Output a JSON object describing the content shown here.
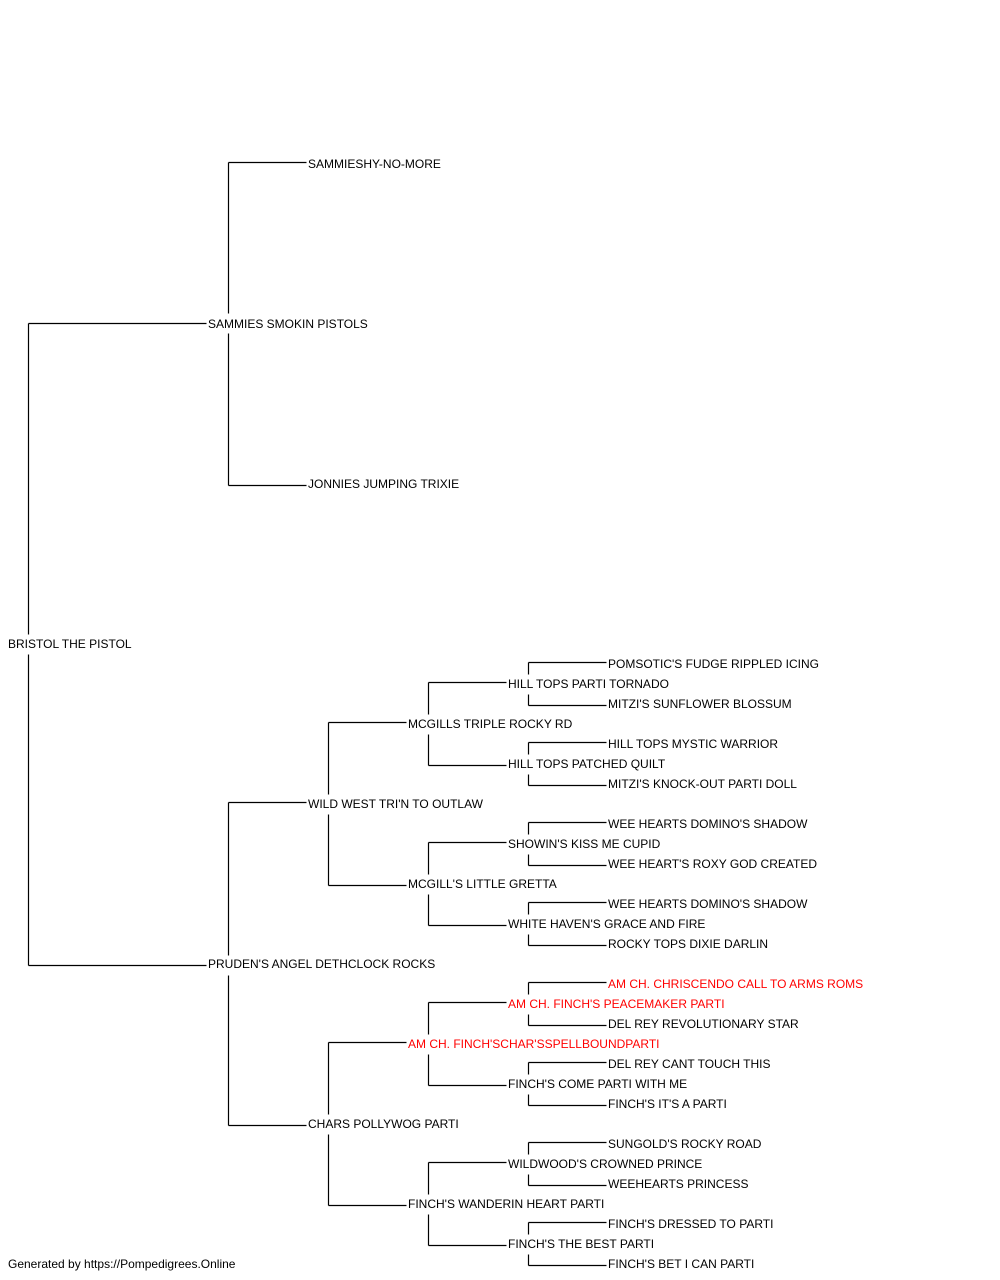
{
  "pedigree": {
    "subject": "BRISTOL THE PISTOL",
    "sire": {
      "name": "SAMMIES SMOKIN PISTOLS",
      "sire": {
        "name": "SAMMIESHY-NO-MORE"
      },
      "dam": {
        "name": "JONNIES JUMPING TRIXIE"
      }
    },
    "dam": {
      "name": "PRUDEN'S ANGEL DETHCLOCK ROCKS",
      "sire": {
        "name": "WILD WEST TRI'N TO OUTLAW",
        "sire": {
          "name": "MCGILLS TRIPLE ROCKY RD",
          "sire": {
            "name": "HILL TOPS PARTI TORNADO",
            "sire": {
              "name": "POMSOTIC'S FUDGE RIPPLED ICING"
            },
            "dam": {
              "name": "MITZI'S SUNFLOWER BLOSSUM"
            }
          },
          "dam": {
            "name": "HILL TOPS PATCHED QUILT",
            "sire": {
              "name": "HILL TOPS MYSTIC WARRIOR"
            },
            "dam": {
              "name": "MITZI'S KNOCK-OUT PARTI DOLL"
            }
          }
        },
        "dam": {
          "name": "MCGILL'S LITTLE GRETTA",
          "sire": {
            "name": "SHOWIN'S KISS ME CUPID",
            "sire": {
              "name": "WEE HEARTS DOMINO'S SHADOW"
            },
            "dam": {
              "name": "WEE HEART'S ROXY GOD CREATED"
            }
          },
          "dam": {
            "name": "WHITE HAVEN'S GRACE AND FIRE",
            "sire": {
              "name": "WEE HEARTS DOMINO'S SHADOW"
            },
            "dam": {
              "name": "ROCKY TOPS DIXIE DARLIN"
            }
          }
        }
      },
      "dam": {
        "name": "CHARS POLLYWOG PARTI",
        "sire": {
          "name": "AM CH. FINCH'SCHAR'SSPELLBOUNDPARTI",
          "sire": {
            "name": "AM CH. FINCH'S PEACEMAKER PARTI",
            "sire": {
              "name": "AM CH. CHRISCENDO CALL TO ARMS ROMS"
            },
            "dam": {
              "name": "DEL REY REVOLUTIONARY STAR"
            }
          },
          "dam": {
            "name": "FINCH'S COME PARTI WITH ME",
            "sire": {
              "name": "DEL REY CANT TOUCH THIS"
            },
            "dam": {
              "name": "FINCH'S IT'S A PARTI"
            }
          }
        },
        "dam": {
          "name": "FINCH'S WANDERIN HEART PARTI",
          "sire": {
            "name": "WILDWOOD'S CROWNED PRINCE",
            "sire": {
              "name": "SUNGOLD'S ROCKY ROAD"
            },
            "dam": {
              "name": "WEEHEARTS PRINCESS"
            }
          },
          "dam": {
            "name": "FINCH'S THE BEST PARTI",
            "sire": {
              "name": "FINCH'S DRESSED TO PARTI"
            },
            "dam": {
              "name": "FINCH'S BET I CAN PARTI"
            }
          }
        }
      }
    }
  },
  "footer": "Generated by https://Pompedigrees.Online",
  "colors": {
    "line": "#000000",
    "text": "#000000",
    "champion": "#ff0000"
  }
}
